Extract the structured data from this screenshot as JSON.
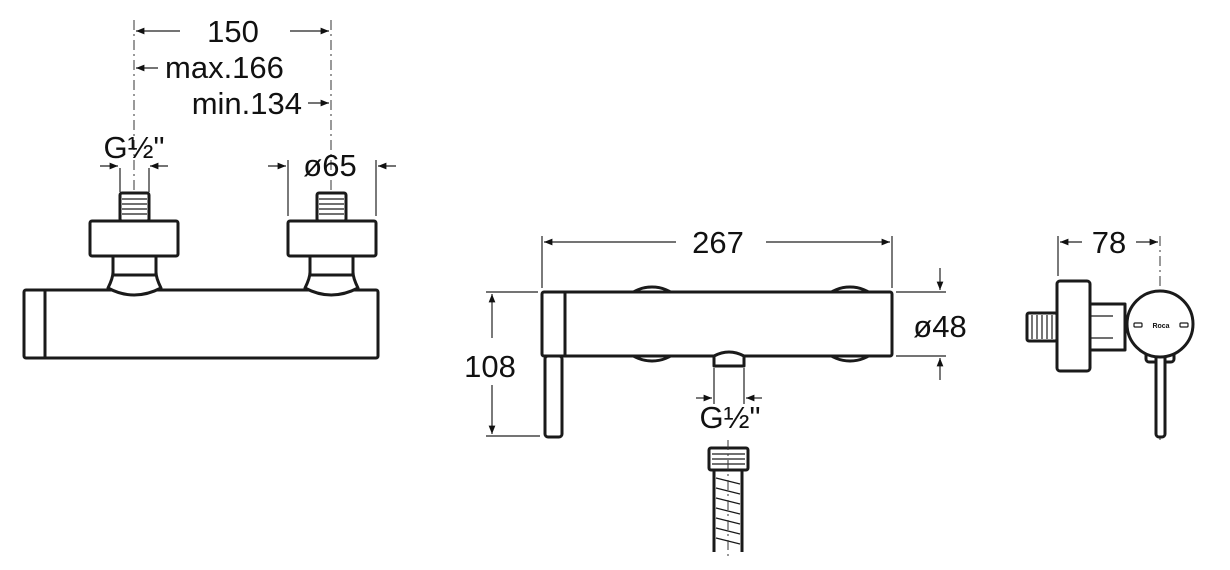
{
  "title": "Shower mixer dimension drawing",
  "front_view": {
    "dim_centers": "150",
    "dim_max": "max.166",
    "dim_min": "min.134",
    "thread": "G½\"",
    "nut_diameter": "ø65"
  },
  "top_view": {
    "length": "267",
    "height": "108",
    "body_diameter": "ø48",
    "outlet_thread": "G½\""
  },
  "side_view": {
    "depth": "78",
    "logo": "Roca"
  },
  "colors": {
    "line": "#1a1a1a",
    "background": "#ffffff"
  }
}
